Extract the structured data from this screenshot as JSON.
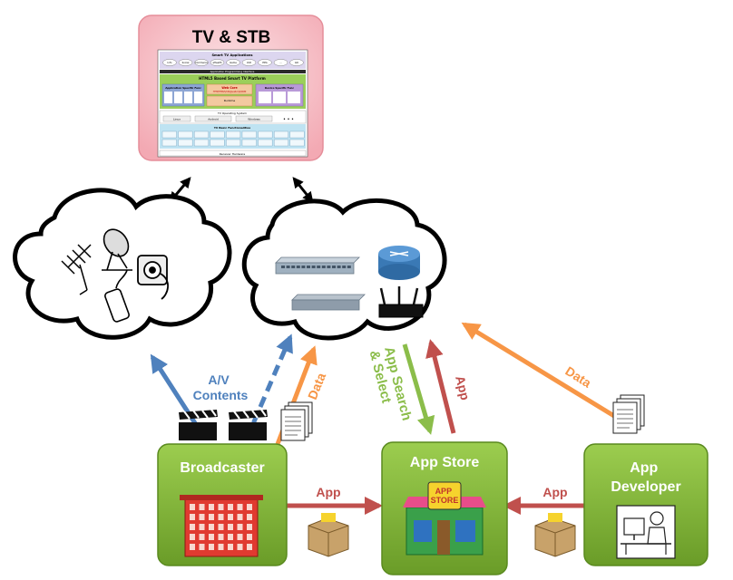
{
  "tv_stb": {
    "title": "TV & STB",
    "stack": {
      "smart_tv_applications": "Smart TV Applications",
      "apps": [
        "Info",
        "Social",
        "Commerce",
        "eHealth",
        "Game",
        "VoD",
        "EPG",
        "...",
        "AIC"
      ],
      "api": "Application Programming Interface",
      "platform": "HTML5 Based Smart TV Platform",
      "app_specific_func": "Application Specific Func",
      "web_core": "Web Core",
      "web_core_sub": "HTTP/HTML5/CSS/JavaScript/DOM",
      "device_specific_func": "Device Specific Func",
      "runtime": "Runtime",
      "os": "TV Operating System",
      "linux": "Linux",
      "android": "Android",
      "windows": "Windows",
      "dots": "• • •",
      "hal": "TV Basic Functionalities",
      "hardware": "Receiver Hardware"
    }
  },
  "edges": {
    "av_contents": "A/V\nContents",
    "data_broadcaster": "Data",
    "app_search": "App Search\n& Select",
    "app_up": "App",
    "data_developer": "Data",
    "app_broadcaster_store": "App",
    "app_developer_store": "App"
  },
  "nodes": {
    "broadcaster": "Broadcaster",
    "app_store": "App Store",
    "app_developer": "App\nDeveloper",
    "app_store_sign": "APP\nSTORE"
  },
  "colors": {
    "blue": "#4f81bd",
    "orange": "#f79646",
    "green": "#8bbd4a",
    "red": "#c0504d",
    "node_green": "#7aab2f",
    "tv_bg": "#f7c6cc"
  }
}
